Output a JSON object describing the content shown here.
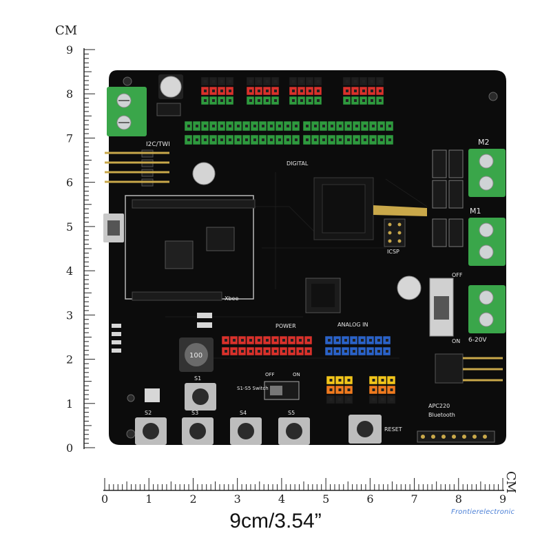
{
  "caption": "9cm/3.54”",
  "watermark": "Frontierelectronic",
  "ruler": {
    "unit": "CM",
    "vertical_ticks": [
      "9",
      "8",
      "7",
      "6",
      "5",
      "4",
      "3",
      "2",
      "1",
      "0"
    ],
    "horizontal_ticks": [
      "0",
      "1",
      "2",
      "3",
      "4",
      "5",
      "6",
      "7",
      "8",
      "9"
    ]
  },
  "board": {
    "colors": {
      "pcb": "#0c0c0c",
      "terminal": "#3aa64a",
      "header_red": "#d9312b",
      "header_green": "#2e9a3e",
      "header_blue": "#2a62c8",
      "header_yellow": "#f2c51a",
      "header_orange": "#f07a1e",
      "pin_gold": "#c9a84a"
    },
    "silkscreen": {
      "i2c": "I2C/TWI",
      "digital": "DIGITAL",
      "icsp": "ICSP",
      "xbee": "Xbee",
      "power": "POWER",
      "analog_in": "ANALOG IN",
      "switch": "S1-S5 Switch",
      "off": "OFF",
      "on": "ON",
      "apc220": "APC220",
      "bluetooth": "Bluetooth",
      "reset": "RESET",
      "m1": "M1",
      "m2": "M2",
      "vin_range": "6-20V",
      "inductor": "100",
      "buttons": [
        "S1",
        "S2",
        "S3",
        "S4",
        "S5"
      ]
    }
  }
}
